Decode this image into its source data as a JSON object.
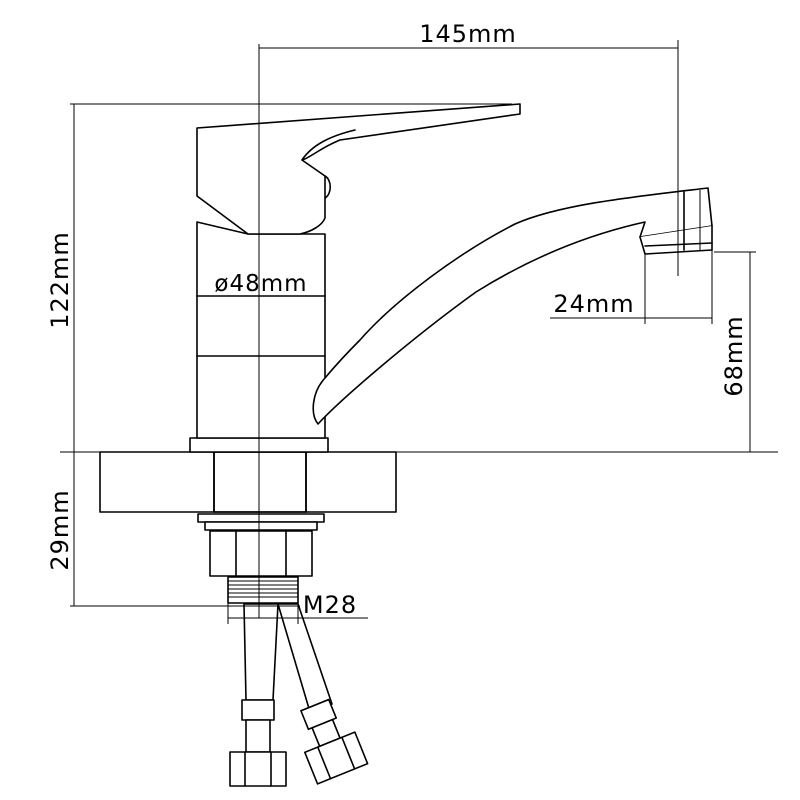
{
  "dimensions": {
    "width_label": "145mm",
    "body_height_label": "122mm",
    "body_diameter_label": "ø48mm",
    "aerator_label": "24mm",
    "spout_height_label": "68mm",
    "under_counter_label": "29mm",
    "thread_label": "M28"
  }
}
